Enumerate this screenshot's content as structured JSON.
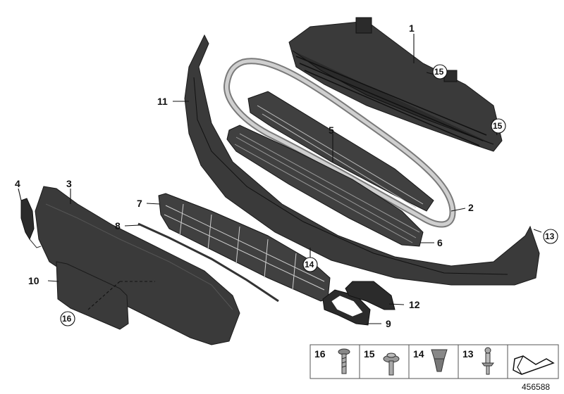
{
  "callouts": {
    "c1": "1",
    "c2": "2",
    "c3": "3",
    "c4": "4",
    "c5": "5",
    "c6": "6",
    "c7": "7",
    "c8": "8",
    "c9": "9",
    "c10": "10",
    "c11": "11",
    "c12": "12",
    "c13": "13",
    "c14": "14",
    "c15a": "15",
    "c15b": "15",
    "c16": "16"
  },
  "legend": {
    "items": [
      {
        "num": "16",
        "icon": "screw-icon"
      },
      {
        "num": "15",
        "icon": "washer-screw-icon"
      },
      {
        "num": "14",
        "icon": "expanding-nut-icon"
      },
      {
        "num": "13",
        "icon": "clip-pin-icon"
      }
    ],
    "last_icon": "wedge-arrow-icon"
  },
  "reference_number": "456588"
}
